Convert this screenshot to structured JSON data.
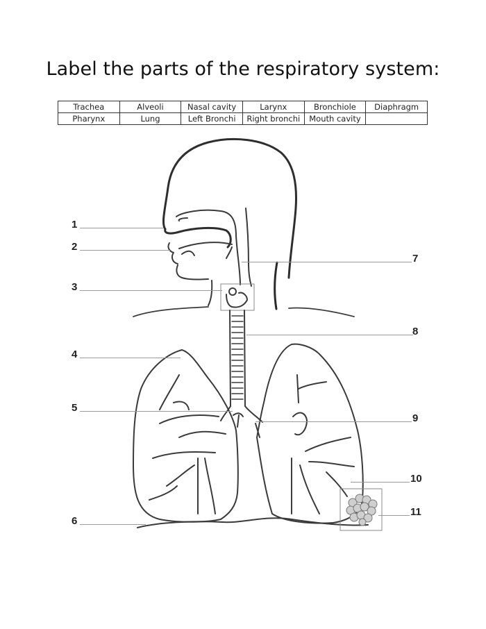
{
  "worksheet": {
    "title": "Label the parts of the respiratory system:",
    "word_bank": {
      "rows": [
        [
          "Trachea",
          "Alveoli",
          "Nasal cavity",
          "Larynx",
          "Bronchiole",
          "Diaphragm"
        ],
        [
          "Pharynx",
          "Lung",
          "Left Bronchi",
          "Right bronchi",
          "Mouth cavity",
          ""
        ]
      ]
    },
    "diagram": {
      "subject": "human respiratory system (head, neck, trachea, lungs)",
      "labels": [
        {
          "number": "1",
          "side": "left"
        },
        {
          "number": "2",
          "side": "left"
        },
        {
          "number": "3",
          "side": "left"
        },
        {
          "number": "4",
          "side": "left"
        },
        {
          "number": "5",
          "side": "left"
        },
        {
          "number": "6",
          "side": "left"
        },
        {
          "number": "7",
          "side": "right"
        },
        {
          "number": "8",
          "side": "right"
        },
        {
          "number": "9",
          "side": "right"
        },
        {
          "number": "10",
          "side": "right"
        },
        {
          "number": "11",
          "side": "right"
        }
      ]
    }
  }
}
